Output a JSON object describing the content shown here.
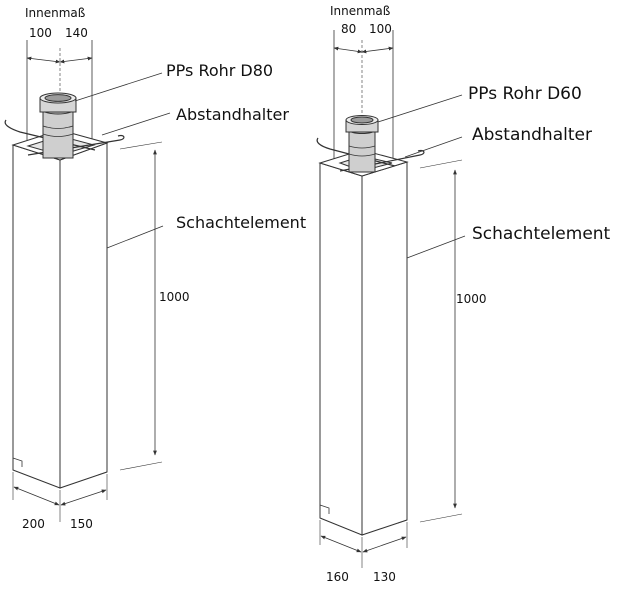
{
  "figure": {
    "left": {
      "inner_caption": "Innenmaß",
      "inner_dim_a": "100",
      "inner_dim_b": "140",
      "pipe_label": "PPs Rohr D80",
      "spacer_label": "Abstandhalter",
      "shaft_label": "Schachtelement",
      "height_label": "1000",
      "base_dim_a": "200",
      "base_dim_b": "150"
    },
    "right": {
      "inner_caption": "Innenmaß",
      "inner_dim_a": "80",
      "inner_dim_b": "100",
      "pipe_label": "PPs Rohr D60",
      "spacer_label": "Abstandhalter",
      "shaft_label": "Schachtelement",
      "height_label": "1000",
      "base_dim_a": "160",
      "base_dim_b": "130"
    }
  },
  "colors": {
    "line": "#333333",
    "shade": "#d9d9d9",
    "pipe": "#bfbfbf"
  }
}
